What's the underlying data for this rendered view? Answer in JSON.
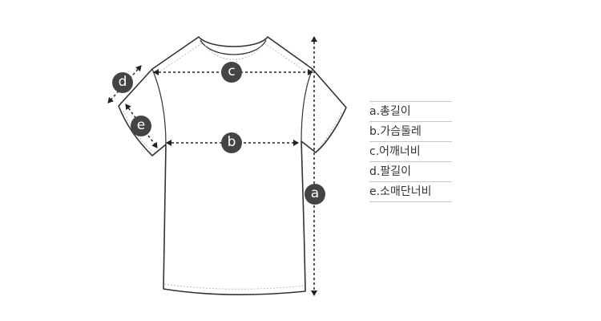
{
  "colors": {
    "outline": "#333333",
    "stitch": "#bbbbbb",
    "badge": "#444444",
    "arrow": "#222222",
    "divider": "#c8c8c8"
  },
  "badges": {
    "a": "a",
    "b": "b",
    "c": "c",
    "d": "d",
    "e": "e"
  },
  "legend": [
    {
      "key": "a",
      "label": "a.총길이"
    },
    {
      "key": "b",
      "label": "b.가슴둘레"
    },
    {
      "key": "c",
      "label": "c.어깨너비"
    },
    {
      "key": "d",
      "label": "d.팔길이"
    },
    {
      "key": "e",
      "label": "e.소매단너비"
    }
  ]
}
